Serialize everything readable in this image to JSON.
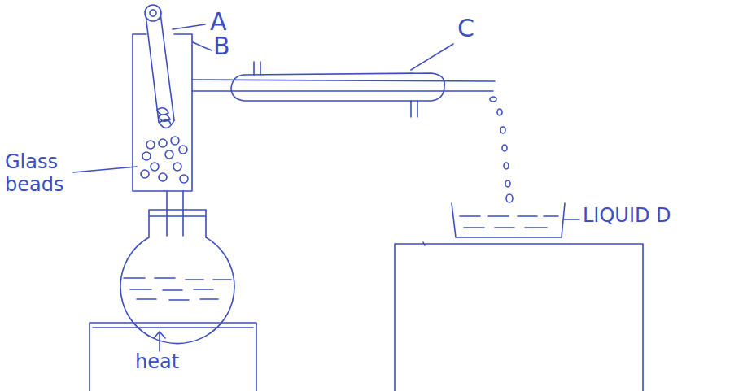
{
  "diagram": {
    "labels": [
      "A",
      "B",
      "C",
      "Glass beads",
      "LIQUID D",
      "heat"
    ]
  }
}
